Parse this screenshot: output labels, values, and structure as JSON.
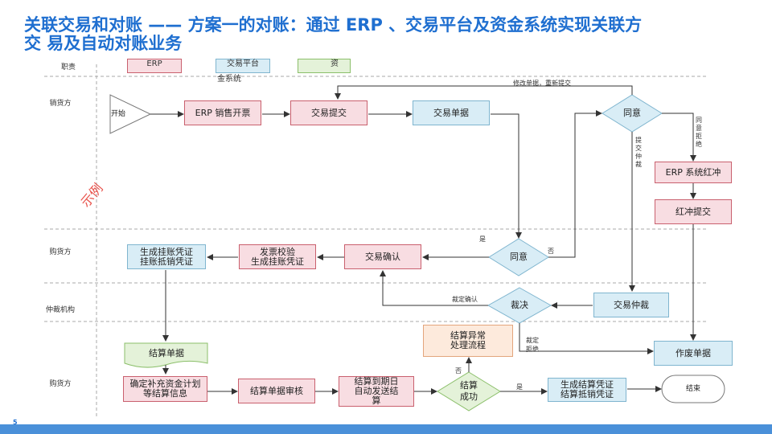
{
  "title": {
    "line1": "关联交易和对账 —— 方案一的对账：通过 ERP 、交易平台及资金系统实现关联方",
    "line2": "交  易及自动对账业务"
  },
  "legend": {
    "header": "职责",
    "erp": "ERP",
    "platform": "交易平台",
    "fund_tail": "金系统",
    "fund": "资"
  },
  "lanes": {
    "seller": "销货方",
    "buyer": "购货方",
    "arbitration": "仲裁机构",
    "buyer2": "购货方"
  },
  "stamp": "示例",
  "nodes": {
    "start": "开始",
    "erp_invoice": "ERP 销售开票",
    "trade_submit": "交易提交",
    "trade_doc": "交易单据",
    "agree_top": "同意",
    "erp_redflush": "ERP 系统红冲",
    "redflush_submit": "红冲提交",
    "agree_mid": "同意",
    "trade_confirm": "交易确认",
    "invoice_check": "发票校验\n生成挂账凭证",
    "gen_voucher": "生成挂账凭证\n挂账抵销凭证",
    "arbitrate": "裁决",
    "trade_arbitration": "交易仲裁",
    "settle_exception": "结算异常\n处理流程",
    "void_doc": "作废单据",
    "settle_doc": "结算单据",
    "fund_plan": "确定补充资金计划\n等结算信息",
    "settle_review": "结算单据审核",
    "settle_auto": "结算到期日\n自动发送结\n算",
    "settle_success": "结算\n成功",
    "settle_voucher": "生成结算凭证\n结算抵销凭证",
    "end": "结束"
  },
  "notes": {
    "modify": "修改单据，重新提交",
    "agree_reject": "同意拒绝",
    "submit_arb": "提交仲裁",
    "yes_mid": "是",
    "no_mid": "否",
    "ruling_confirm": "裁定确认",
    "ruling_reject": "裁定\n拒绝",
    "no_settle": "否",
    "yes_settle": "是"
  },
  "colors": {
    "title": "#1f6fd0",
    "pink_fill": "#f8dde2",
    "pink_border": "#c9606e",
    "blue_fill": "#d9edf6",
    "blue_border": "#7fb5cf",
    "footer": "#4a90d9"
  },
  "page_number": "5"
}
